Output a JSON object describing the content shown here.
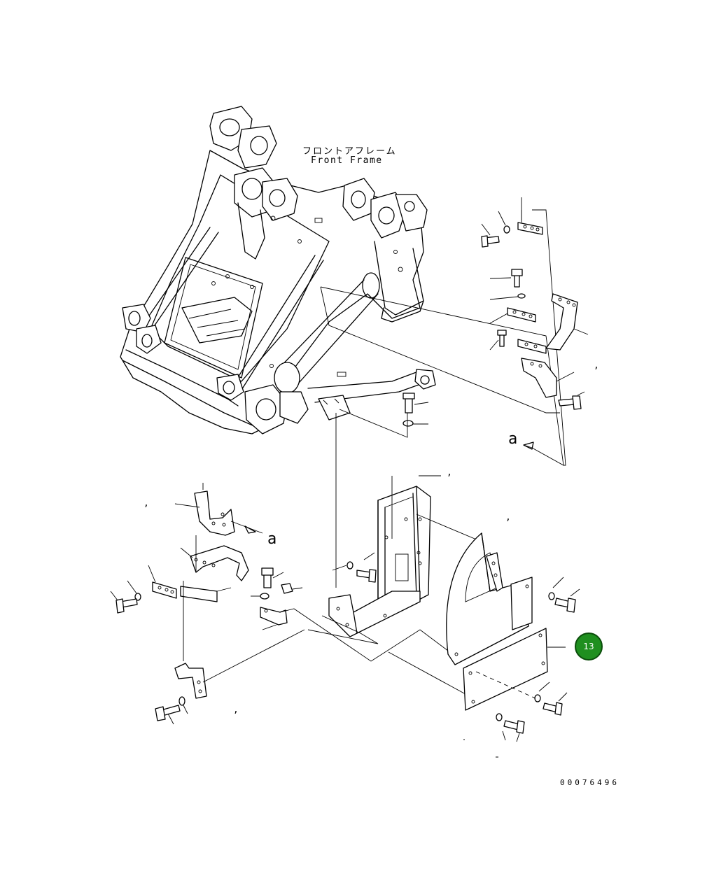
{
  "diagram": {
    "title_jp": "フロントアフレーム",
    "title_en": "Front Frame",
    "view_label_a": "a",
    "view_label_a_detail": "a",
    "drawing_number": "00076496",
    "callout_number": "13"
  }
}
